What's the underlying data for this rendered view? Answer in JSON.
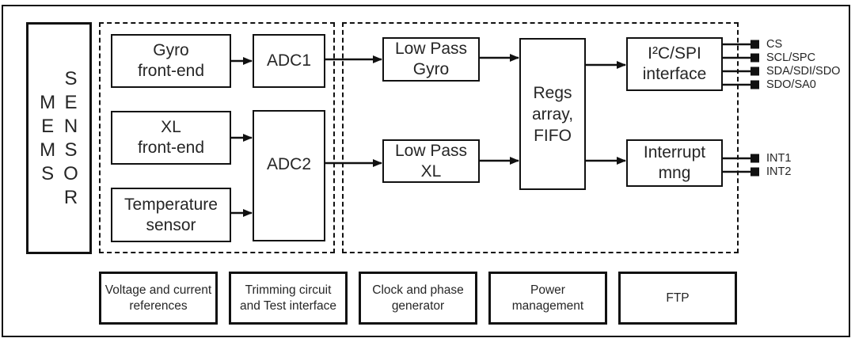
{
  "mems": {
    "col1": "M\nE\nM\nS",
    "col2": "S\nE\nN\nS\nO\nR"
  },
  "blocks": {
    "gyro_front_end": "Gyro\nfront-end",
    "adc1": "ADC1",
    "xl_front_end": "XL\nfront-end",
    "adc2": "ADC2",
    "temperature_sensor": "Temperature\nsensor",
    "low_pass_gyro": "Low Pass\nGyro",
    "low_pass_xl": "Low Pass\nXL",
    "regs_array_fifo": "Regs\narray,\nFIFO",
    "i2c_spi_interface": "I²C/SPI\ninterface",
    "interrupt_mng": "Interrupt\nmng"
  },
  "pins": [
    {
      "label": "CS"
    },
    {
      "label": "SCL/SPC"
    },
    {
      "label": "SDA/SDI/SDO"
    },
    {
      "label": "SDO/SA0"
    },
    {
      "label": "INT1"
    },
    {
      "label": "INT2"
    }
  ],
  "bottom": [
    "Voltage and current\nreferences",
    "Trimming circuit\nand Test interface",
    "Clock and phase\ngenerator",
    "Power\nmanagement",
    "FTP"
  ],
  "colors": {
    "line": "#111111",
    "text": "#262626",
    "bg": "#ffffff"
  }
}
